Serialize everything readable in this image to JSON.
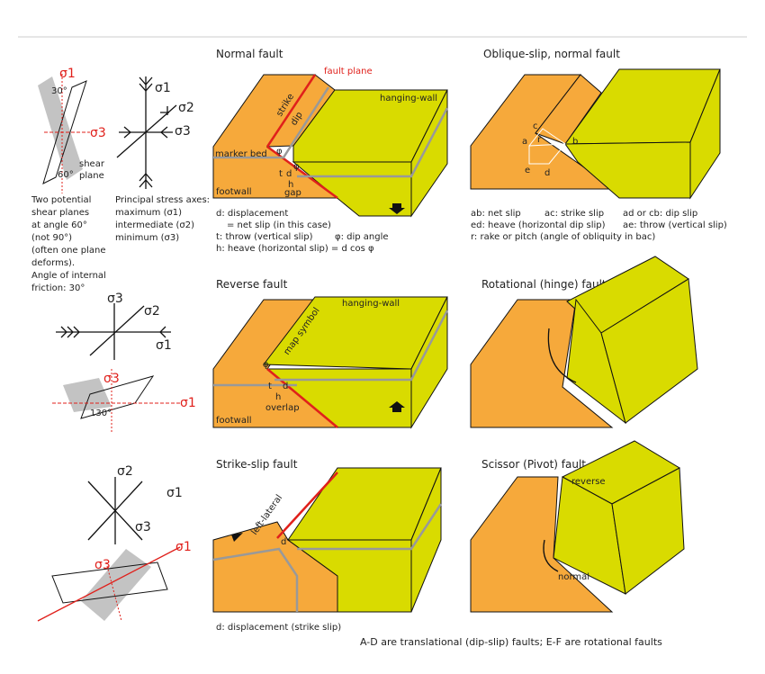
{
  "stress": {
    "s1": "σ1",
    "s2": "σ2",
    "s3": "σ3",
    "angle30": "30°",
    "angle60": "60°",
    "angle130": "130°",
    "shear": "shear",
    "plane": "plane",
    "left_caption": [
      "Two potential",
      "shear planes",
      "at angle 60°",
      "(not 90°)",
      "(often one plane",
      "deforms).",
      "Angle of internal",
      "friction: 30°"
    ],
    "axes_caption": [
      "Principal stress axes:",
      "maximum (σ1)",
      "intermediate (σ2)",
      "minimum (σ3)"
    ]
  },
  "normal": {
    "title": "Normal fault",
    "fault_plane": "fault plane",
    "hanging_wall": "hanging-wall",
    "strike": "strike",
    "dip": "dip",
    "marker_bed": "marker bed",
    "phi": "φ",
    "t": "t",
    "d": "d",
    "h": "h",
    "footwall": "footwall",
    "gap": "gap",
    "legend": [
      "d:  displacement",
      "= net slip (in this case)",
      "t:  throw (vertical slip)",
      "φ:  dip angle",
      "h:  heave (horizontal slip) = d cos φ"
    ]
  },
  "oblique": {
    "title": "Oblique-slip, normal fault",
    "points": {
      "a": "a",
      "b": "b",
      "c": "c",
      "d": "d",
      "e": "e",
      "r": "r"
    },
    "legend": [
      "ab: net slip",
      "ac: strike slip",
      "ad or cb: dip slip",
      "ed: heave (horizontal dip slip)",
      "ae: throw (vertical slip)",
      "r: rake or pitch (angle of obliquity in bac)"
    ]
  },
  "reverse": {
    "title": "Reverse fault",
    "hanging_wall": "hanging-wall",
    "map_symbol": "map symbol",
    "phi": "φ",
    "t": "t",
    "d": "d",
    "h": "h",
    "overlap": "overlap",
    "footwall": "footwall"
  },
  "rotational": {
    "title": "Rotational (hinge) fault"
  },
  "strike_slip": {
    "title": "Strike-slip fault",
    "left_lateral": "left-lateral",
    "d": "d",
    "legend": "d: displacement (strike slip)"
  },
  "scissor": {
    "title": "Scissor (Pivot) fault",
    "reverse": "reverse",
    "normal": "normal"
  },
  "footer": "A-D are translational (dip-slip) faults; E-F are rotational faults",
  "colors": {
    "footwall": "#f6a93b",
    "hanging_wall": "#d9db00",
    "fault": "#e0201b",
    "marker": "#999999"
  }
}
